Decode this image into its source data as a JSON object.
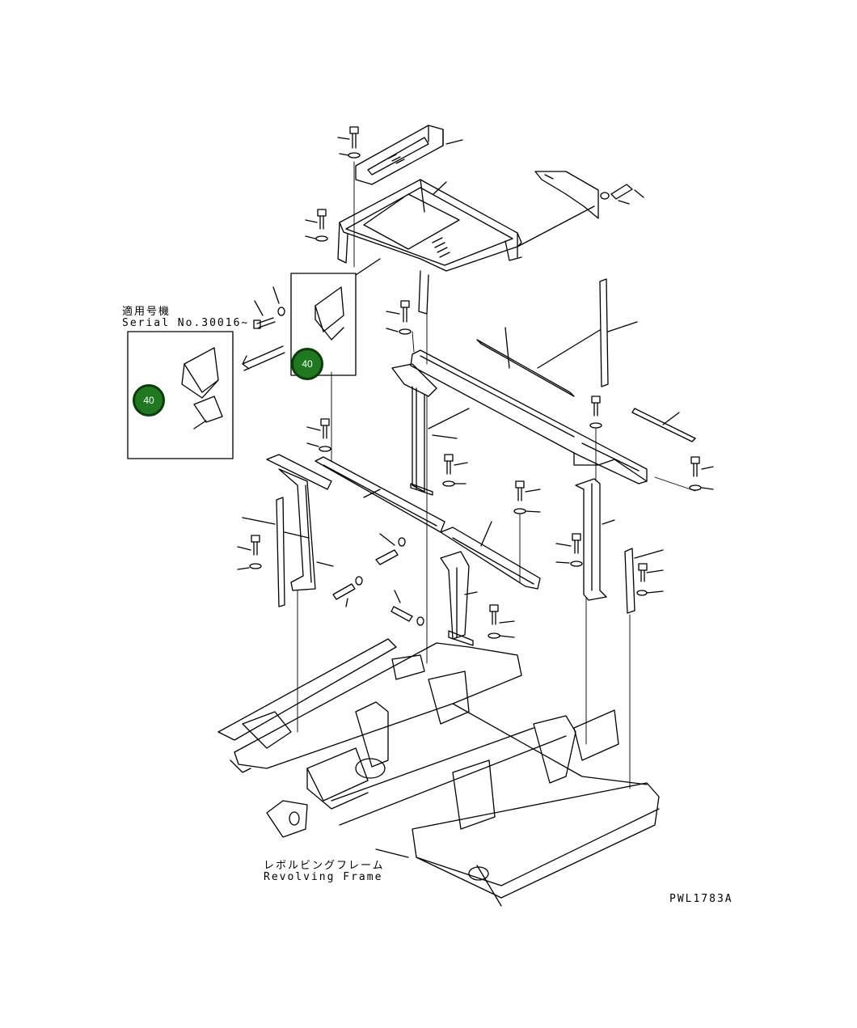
{
  "applicable_label_jp": "適用号機",
  "serial_label": "Serial No.30016~",
  "callouts": [
    {
      "id": "callout-main",
      "number": "40"
    },
    {
      "id": "callout-detail",
      "number": "40"
    }
  ],
  "frame_label_jp": "レボルビングフレーム",
  "frame_label_en": "Revolving Frame",
  "drawing_number": "PWL1783A",
  "colors": {
    "callout_fill": "#1f7a1f",
    "callout_border": "#0b3d0b",
    "line": "#000000"
  }
}
